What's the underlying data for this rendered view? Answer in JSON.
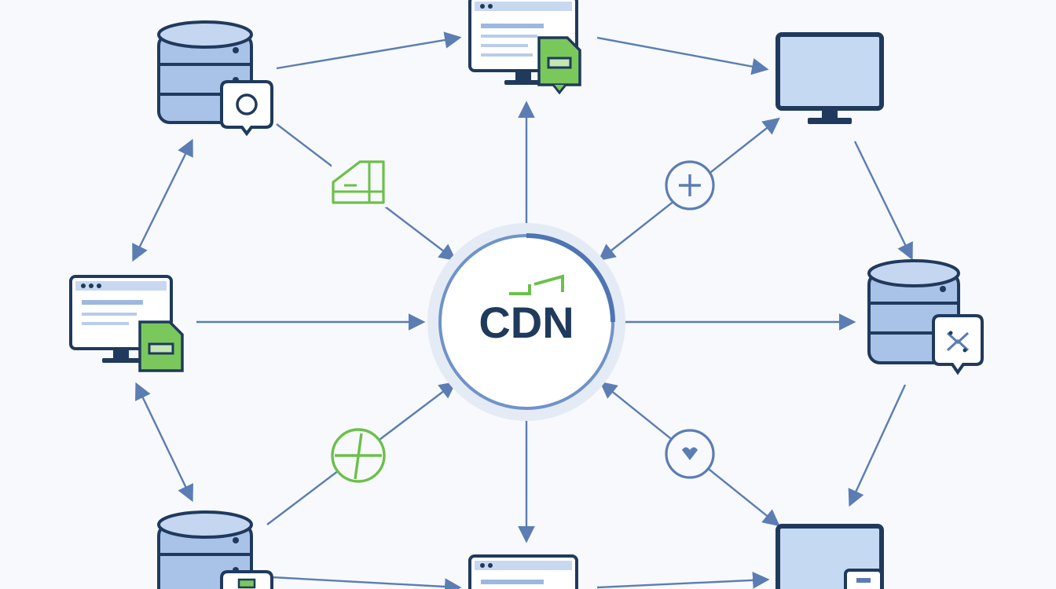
{
  "center": {
    "label": "CDN"
  },
  "nodes": [
    {
      "id": "server-top-left",
      "kind": "server",
      "badge": "camera-icon"
    },
    {
      "id": "browser-top-center",
      "kind": "browser",
      "badge": "document-icon"
    },
    {
      "id": "monitor-top-right",
      "kind": "monitor",
      "badge": ""
    },
    {
      "id": "browser-mid-left",
      "kind": "browser",
      "badge": "document-icon"
    },
    {
      "id": "server-mid-right",
      "kind": "server",
      "badge": "network-icon"
    },
    {
      "id": "server-bottom-left",
      "kind": "server",
      "badge": "tag-icon"
    },
    {
      "id": "browser-bottom-center",
      "kind": "browser",
      "badge": ""
    },
    {
      "id": "monitor-bottom-right",
      "kind": "monitor",
      "badge": "phone-icon"
    }
  ],
  "connector_icons": [
    "cache-icon",
    "plus-circle-icon",
    "add-circle-icon",
    "heart-circle-icon"
  ],
  "colors": {
    "navy": "#1f3a5c",
    "arrow": "#5b7db3",
    "device_fill": "#a9c2e8",
    "screen_fill": "#d6e4f7",
    "accent_green": "#6cc04a",
    "background": "#f7f9fc"
  }
}
